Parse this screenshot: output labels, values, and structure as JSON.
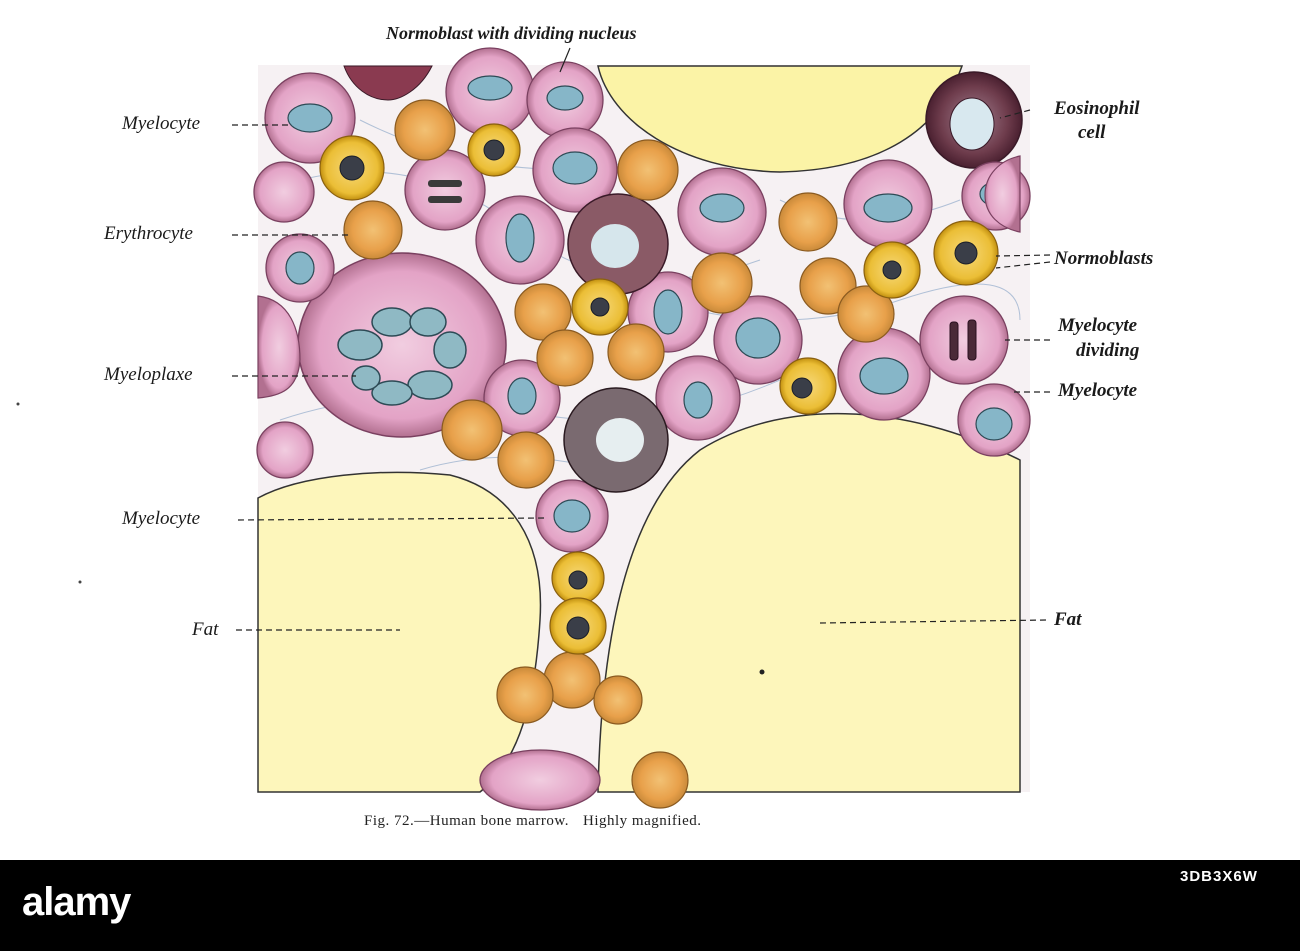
{
  "figure": {
    "title": "Normoblast with dividing nucleus",
    "caption": {
      "number": "Fig. 72.",
      "subject": "—Human bone marrow.",
      "note": "Highly magnified."
    }
  },
  "labels": {
    "left": {
      "myelocyte_top": "Myelocyte",
      "erythrocyte": "Erythrocyte",
      "myeloplaxe": "Myeloplaxe",
      "myelocyte_bottom": "Myelocyte",
      "fat": "Fat"
    },
    "right": {
      "eosinophil_line1": "Eosinophil",
      "eosinophil_line2": "cell",
      "normoblasts": "Normoblasts",
      "myelocyte_dividing_line1": "Myelocyte",
      "myelocyte_dividing_line2": "dividing",
      "myelocyte": "Myelocyte",
      "fat": "Fat"
    }
  },
  "watermark": {
    "brand": "alamy",
    "image_id": "3DB3X6W"
  },
  "colors": {
    "fat": "#fdf5b0",
    "erythrocyte": "#e8a54a",
    "myelocyte": "#e4a4c8",
    "nucleus": "#7fb4c9",
    "eosinophil": "#6b3a4a",
    "normoblast": "#f0c030",
    "background_bar": "#000000"
  }
}
